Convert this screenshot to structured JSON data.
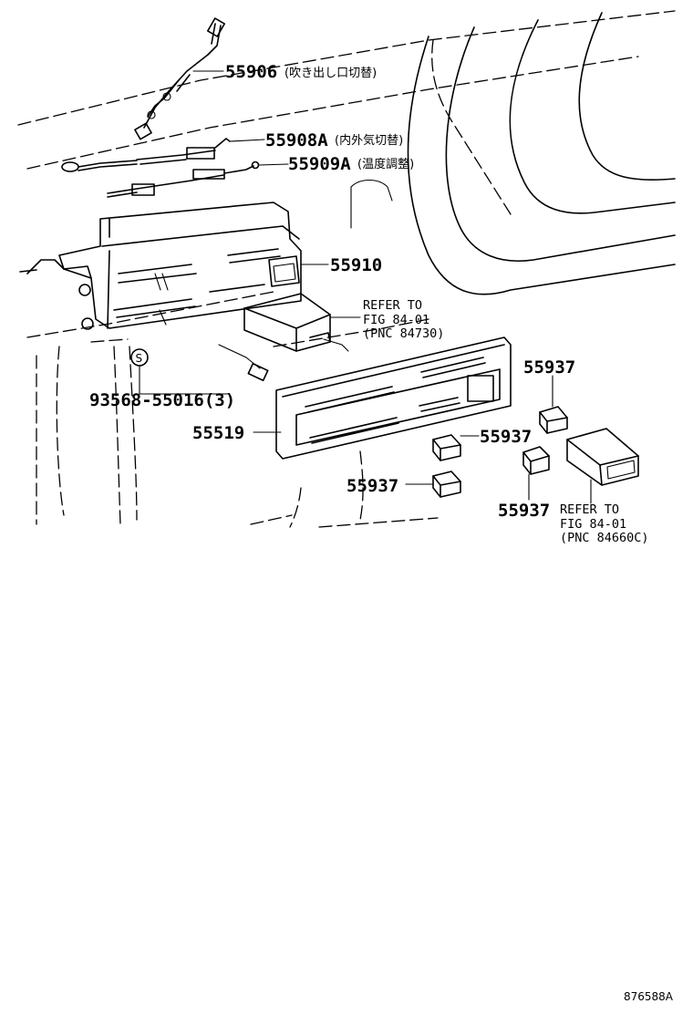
{
  "diagram": {
    "parts": [
      {
        "number": "55906",
        "note": "(吹き出し口切替)"
      },
      {
        "number": "55908A",
        "note": "(内外気切替)"
      },
      {
        "number": "55909A",
        "note": "(温度調整)"
      },
      {
        "number": "55910",
        "note": ""
      },
      {
        "number": "55519",
        "note": ""
      },
      {
        "number": "93568-55016(3)",
        "note": ""
      }
    ],
    "repeated_part": "55937",
    "refs": [
      {
        "line1": "REFER TO",
        "line2": "FIG 84-01",
        "line3": "(PNC 84730)"
      },
      {
        "line1": "REFER TO",
        "line2": "FIG 84-01",
        "line3": "(PNC 84660C)"
      }
    ],
    "screw_symbol": "S",
    "drawing_code": "876588A"
  }
}
